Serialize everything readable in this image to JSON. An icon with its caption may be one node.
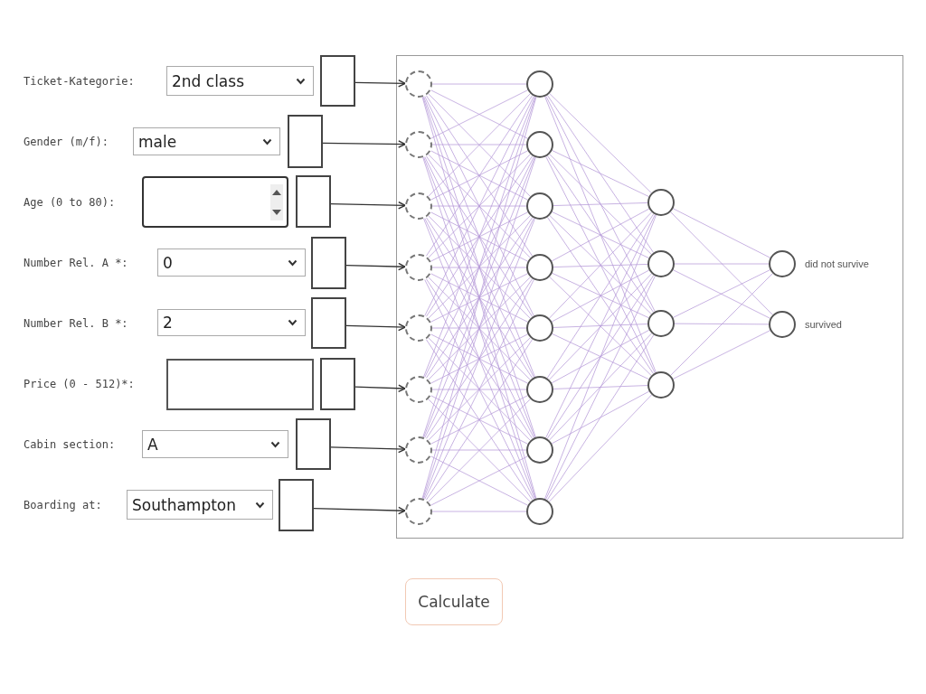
{
  "diagram": {
    "nodes": [
      {
        "text": [],
        "shape": "box"
      },
      {
        "text": [],
        "shape": "box"
      },
      {
        "text": [],
        "shape": "box"
      },
      {
        "text": [],
        "shape": "box"
      },
      {
        "text": [],
        "shape": "box"
      },
      {
        "text": [],
        "shape": "box"
      },
      {
        "text": [],
        "shape": "box"
      },
      {
        "text": [],
        "shape": "box"
      },
      {
        "text": [],
        "shape": "circle"
      },
      {
        "text": [],
        "shape": "circle"
      },
      {
        "text": [],
        "shape": "circle"
      },
      {
        "text": [],
        "shape": "circle"
      },
      {
        "text": [],
        "shape": "circle"
      },
      {
        "text": [],
        "shape": "circle"
      },
      {
        "text": [],
        "shape": "circle"
      },
      {
        "text": [],
        "shape": "circle"
      },
      {
        "text": [],
        "shape": "circle"
      },
      {
        "text": [],
        "shape": "circle"
      },
      {
        "text": [],
        "shape": "circle"
      },
      {
        "text": [],
        "shape": "circle"
      },
      {
        "text": [],
        "shape": "circle"
      },
      {
        "text": [],
        "shape": "circle"
      },
      {
        "text": [],
        "shape": "circle"
      },
      {
        "text": [],
        "shape": "circle"
      },
      {
        "text": [],
        "shape": "circle"
      },
      {
        "text": [],
        "shape": "circle"
      },
      {
        "text": [],
        "shape": "circle"
      },
      {
        "text": [],
        "shape": "circle"
      },
      {
        "text": [],
        "shape": "circle",
        "beside": [
          "did not survive"
        ]
      },
      {
        "text": [],
        "shape": "circle",
        "beside": [
          "survived"
        ]
      }
    ],
    "edges": [
      {
        "from": 0,
        "to": 8,
        "arrow": "to",
        "color": "#333333"
      },
      {
        "from": 1,
        "to": 9,
        "arrow": "to",
        "color": "#333333"
      },
      {
        "from": 2,
        "to": 10,
        "arrow": "to",
        "color": "#333333"
      },
      {
        "from": 3,
        "to": 11,
        "arrow": "to",
        "color": "#333333"
      },
      {
        "from": 4,
        "to": 12,
        "arrow": "to",
        "color": "#333333"
      },
      {
        "from": 5,
        "to": 13,
        "arrow": "to",
        "color": "#333333"
      },
      {
        "from": 6,
        "to": 14,
        "arrow": "to",
        "color": "#333333"
      },
      {
        "from": 7,
        "to": 15,
        "arrow": "to",
        "color": "#333333"
      },
      {
        "from": 8,
        "to": 16,
        "arrow": "none"
      },
      {
        "from": 8,
        "to": 17,
        "arrow": "none"
      },
      {
        "from": 8,
        "to": 18,
        "arrow": "none"
      },
      {
        "from": 8,
        "to": 19,
        "arrow": "none"
      },
      {
        "from": 8,
        "to": 20,
        "arrow": "none"
      },
      {
        "from": 8,
        "to": 21,
        "arrow": "none"
      },
      {
        "from": 8,
        "to": 22,
        "arrow": "none"
      },
      {
        "from": 8,
        "to": 23,
        "arrow": "none"
      },
      {
        "from": 9,
        "to": 16,
        "arrow": "none"
      },
      {
        "from": 9,
        "to": 17,
        "arrow": "none"
      },
      {
        "from": 9,
        "to": 18,
        "arrow": "none"
      },
      {
        "from": 9,
        "to": 19,
        "arrow": "none"
      },
      {
        "from": 9,
        "to": 20,
        "arrow": "none"
      },
      {
        "from": 9,
        "to": 21,
        "arrow": "none"
      },
      {
        "from": 9,
        "to": 22,
        "arrow": "none"
      },
      {
        "from": 9,
        "to": 23,
        "arrow": "none"
      },
      {
        "from": 10,
        "to": 16,
        "arrow": "none"
      },
      {
        "from": 10,
        "to": 17,
        "arrow": "none"
      },
      {
        "from": 10,
        "to": 18,
        "arrow": "none"
      },
      {
        "from": 10,
        "to": 19,
        "arrow": "none"
      },
      {
        "from": 10,
        "to": 20,
        "arrow": "none"
      },
      {
        "from": 10,
        "to": 21,
        "arrow": "none"
      },
      {
        "from": 10,
        "to": 22,
        "arrow": "none"
      },
      {
        "from": 10,
        "to": 23,
        "arrow": "none"
      },
      {
        "from": 11,
        "to": 16,
        "arrow": "none"
      },
      {
        "from": 11,
        "to": 17,
        "arrow": "none"
      },
      {
        "from": 11,
        "to": 18,
        "arrow": "none"
      },
      {
        "from": 11,
        "to": 19,
        "arrow": "none"
      },
      {
        "from": 11,
        "to": 20,
        "arrow": "none"
      },
      {
        "from": 11,
        "to": 21,
        "arrow": "none"
      },
      {
        "from": 11,
        "to": 22,
        "arrow": "none"
      },
      {
        "from": 11,
        "to": 23,
        "arrow": "none"
      },
      {
        "from": 12,
        "to": 16,
        "arrow": "none"
      },
      {
        "from": 12,
        "to": 17,
        "arrow": "none"
      },
      {
        "from": 12,
        "to": 18,
        "arrow": "none"
      },
      {
        "from": 12,
        "to": 19,
        "arrow": "none"
      },
      {
        "from": 12,
        "to": 20,
        "arrow": "none"
      },
      {
        "from": 12,
        "to": 21,
        "arrow": "none"
      },
      {
        "from": 12,
        "to": 22,
        "arrow": "none"
      },
      {
        "from": 12,
        "to": 23,
        "arrow": "none"
      },
      {
        "from": 13,
        "to": 16,
        "arrow": "none"
      },
      {
        "from": 13,
        "to": 17,
        "arrow": "none"
      },
      {
        "from": 13,
        "to": 18,
        "arrow": "none"
      },
      {
        "from": 13,
        "to": 19,
        "arrow": "none"
      },
      {
        "from": 13,
        "to": 20,
        "arrow": "none"
      },
      {
        "from": 13,
        "to": 21,
        "arrow": "none"
      },
      {
        "from": 13,
        "to": 22,
        "arrow": "none"
      },
      {
        "from": 13,
        "to": 23,
        "arrow": "none"
      },
      {
        "from": 14,
        "to": 16,
        "arrow": "none"
      },
      {
        "from": 14,
        "to": 17,
        "arrow": "none"
      },
      {
        "from": 14,
        "to": 18,
        "arrow": "none"
      },
      {
        "from": 14,
        "to": 19,
        "arrow": "none"
      },
      {
        "from": 14,
        "to": 20,
        "arrow": "none"
      },
      {
        "from": 14,
        "to": 21,
        "arrow": "none"
      },
      {
        "from": 14,
        "to": 22,
        "arrow": "none"
      },
      {
        "from": 14,
        "to": 23,
        "arrow": "none"
      },
      {
        "from": 15,
        "to": 16,
        "arrow": "none"
      },
      {
        "from": 15,
        "to": 17,
        "arrow": "none"
      },
      {
        "from": 15,
        "to": 18,
        "arrow": "none"
      },
      {
        "from": 15,
        "to": 19,
        "arrow": "none"
      },
      {
        "from": 15,
        "to": 20,
        "arrow": "none"
      },
      {
        "from": 15,
        "to": 21,
        "arrow": "none"
      },
      {
        "from": 15,
        "to": 22,
        "arrow": "none"
      },
      {
        "from": 15,
        "to": 23,
        "arrow": "none"
      },
      {
        "from": 16,
        "to": 24,
        "arrow": "none"
      },
      {
        "from": 16,
        "to": 25,
        "arrow": "none"
      },
      {
        "from": 16,
        "to": 26,
        "arrow": "none"
      },
      {
        "from": 16,
        "to": 27,
        "arrow": "none"
      },
      {
        "from": 17,
        "to": 24,
        "arrow": "none"
      },
      {
        "from": 17,
        "to": 25,
        "arrow": "none"
      },
      {
        "from": 17,
        "to": 26,
        "arrow": "none"
      },
      {
        "from": 17,
        "to": 27,
        "arrow": "none"
      },
      {
        "from": 18,
        "to": 24,
        "arrow": "none"
      },
      {
        "from": 18,
        "to": 25,
        "arrow": "none"
      },
      {
        "from": 18,
        "to": 26,
        "arrow": "none"
      },
      {
        "from": 18,
        "to": 27,
        "arrow": "none"
      },
      {
        "from": 19,
        "to": 24,
        "arrow": "none"
      },
      {
        "from": 19,
        "to": 25,
        "arrow": "none"
      },
      {
        "from": 19,
        "to": 26,
        "arrow": "none"
      },
      {
        "from": 19,
        "to": 27,
        "arrow": "none"
      },
      {
        "from": 20,
        "to": 24,
        "arrow": "none"
      },
      {
        "from": 20,
        "to": 25,
        "arrow": "none"
      },
      {
        "from": 20,
        "to": 26,
        "arrow": "none"
      },
      {
        "from": 20,
        "to": 27,
        "arrow": "none"
      },
      {
        "from": 21,
        "to": 24,
        "arrow": "none"
      },
      {
        "from": 21,
        "to": 25,
        "arrow": "none"
      },
      {
        "from": 21,
        "to": 26,
        "arrow": "none"
      },
      {
        "from": 21,
        "to": 27,
        "arrow": "none"
      },
      {
        "from": 22,
        "to": 24,
        "arrow": "none"
      },
      {
        "from": 22,
        "to": 25,
        "arrow": "none"
      },
      {
        "from": 22,
        "to": 26,
        "arrow": "none"
      },
      {
        "from": 22,
        "to": 27,
        "arrow": "none"
      },
      {
        "from": 23,
        "to": 24,
        "arrow": "none"
      },
      {
        "from": 23,
        "to": 25,
        "arrow": "none"
      },
      {
        "from": 23,
        "to": 26,
        "arrow": "none"
      },
      {
        "from": 23,
        "to": 27,
        "arrow": "none"
      },
      {
        "from": 24,
        "to": 28,
        "arrow": "none"
      },
      {
        "from": 24,
        "to": 29,
        "arrow": "none"
      },
      {
        "from": 25,
        "to": 28,
        "arrow": "none"
      },
      {
        "from": 25,
        "to": 29,
        "arrow": "none"
      },
      {
        "from": 26,
        "to": 28,
        "arrow": "none"
      },
      {
        "from": 26,
        "to": 29,
        "arrow": "none"
      },
      {
        "from": 27,
        "to": 28,
        "arrow": "none"
      },
      {
        "from": 27,
        "to": 29,
        "arrow": "none"
      }
    ],
    "labels": [
      "Ticket-Kategorie:",
      "2nd class",
      "Gender (m/f):",
      "male",
      "Age (0 to 80):",
      "Number Rel. A *:",
      "0",
      "Number Rel. B *:",
      "2",
      "Price (0 - 512)*:",
      "Cabin section:",
      "A",
      "Boarding at:",
      "Southampton",
      "Calculate"
    ]
  }
}
